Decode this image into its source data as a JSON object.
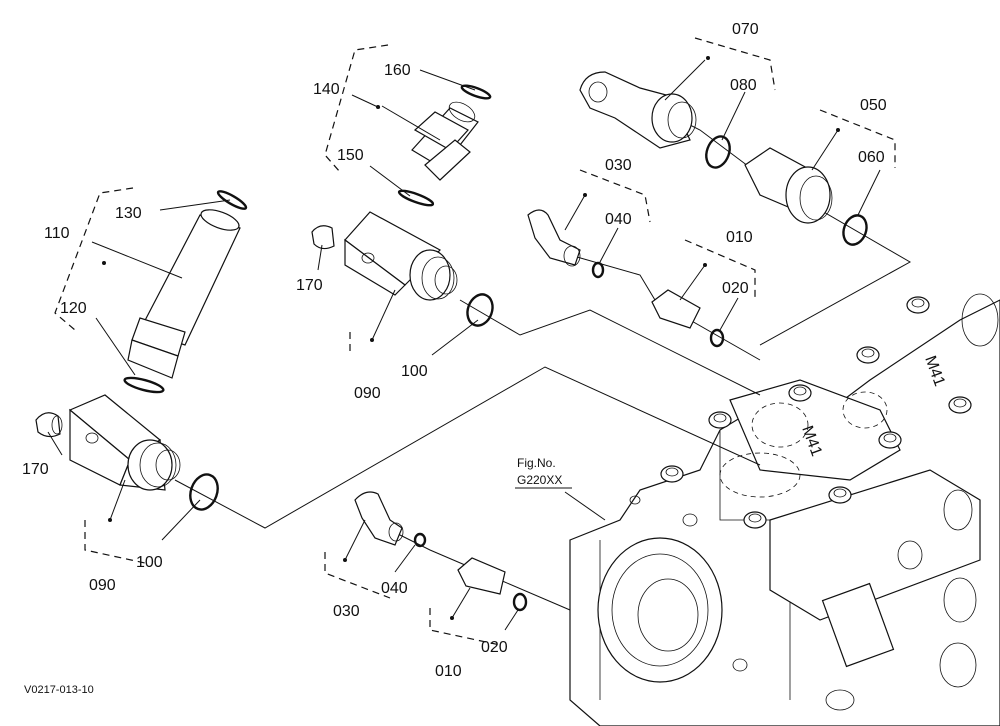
{
  "figure_ref": {
    "line1": "Fig.No.",
    "line2": "G220XX"
  },
  "drawing_code": "V0217-013-10",
  "housing_marks": [
    "M41",
    "M41"
  ],
  "callouts": {
    "c010a": "010",
    "c010b": "010",
    "c020a": "020",
    "c020b": "020",
    "c030a": "030",
    "c030b": "030",
    "c040a": "040",
    "c040b": "040",
    "c050": "050",
    "c060": "060",
    "c070": "070",
    "c080": "080",
    "c090a": "090",
    "c090b": "090",
    "c100a": "100",
    "c100b": "100",
    "c110": "110",
    "c120": "120",
    "c130": "130",
    "c140": "140",
    "c150": "150",
    "c160": "160",
    "c170a": "170",
    "c170b": "170"
  }
}
